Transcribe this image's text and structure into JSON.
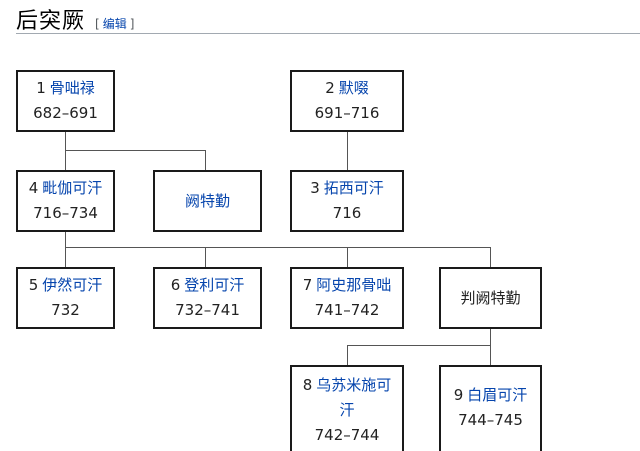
{
  "heading": {
    "title": "后突厥",
    "edit_open": "[",
    "edit_label": "编辑",
    "edit_close": "]"
  },
  "nodes": {
    "n1": {
      "num": "1",
      "name": "骨咄禄",
      "years": "682–691"
    },
    "n2": {
      "num": "2",
      "name": "默啜",
      "years": "691–716"
    },
    "n4": {
      "num": "4",
      "name": "毗伽可汗",
      "years": "716–734"
    },
    "que": {
      "name": "阙特勤"
    },
    "n3": {
      "num": "3",
      "name": "拓西可汗",
      "years": "716"
    },
    "n5": {
      "num": "5",
      "name": "伊然可汗",
      "years": "732"
    },
    "n6": {
      "num": "6",
      "name": "登利可汗",
      "years": "732–741"
    },
    "n7": {
      "num": "7",
      "name": "阿史那骨咄",
      "years": "741–742"
    },
    "pan": {
      "name": "判阙特勤"
    },
    "n8": {
      "num": "8",
      "name": "乌苏米施可",
      "name2": "汗",
      "years": "742–744"
    },
    "n9": {
      "num": "9",
      "name": "白眉可汗",
      "years": "744–745"
    }
  }
}
